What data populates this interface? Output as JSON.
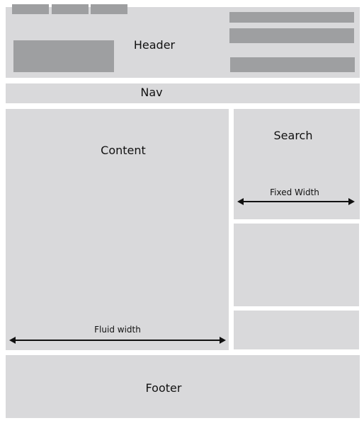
{
  "header": {
    "label": "Header"
  },
  "nav": {
    "label": "Nav"
  },
  "content": {
    "label": "Content",
    "width_label": "Fluid width"
  },
  "search": {
    "label": "Search",
    "width_label": "Fixed Width"
  },
  "footer": {
    "label": "Footer"
  },
  "colors": {
    "region": "#d9d9db",
    "placeholder": "#9e9fa1",
    "arrow": "#111111"
  }
}
